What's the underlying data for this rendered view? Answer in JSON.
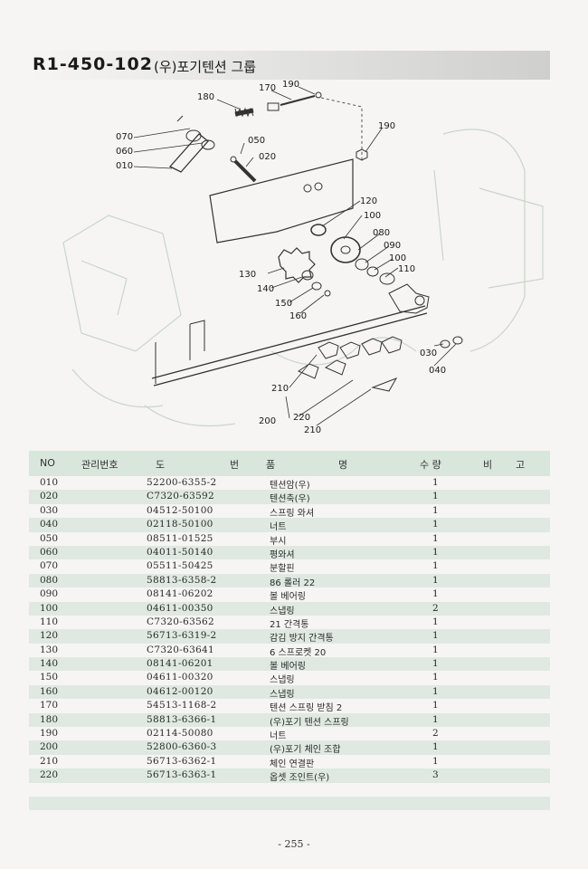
{
  "title": {
    "code": "R1-450-102",
    "name": "(우)포기텐션 그룹"
  },
  "diagram": {
    "callouts": [
      "170",
      "190",
      "180",
      "070",
      "060",
      "010",
      "050",
      "020",
      "190",
      "120",
      "100",
      "080",
      "090",
      "100",
      "110",
      "130",
      "140",
      "150",
      "160",
      "030",
      "040",
      "210",
      "220",
      "200",
      "210"
    ]
  },
  "table": {
    "headers": {
      "no": "NO",
      "mgmt": "관리번호",
      "part_no_1": "도",
      "part_no_2": "번",
      "name_1": "품",
      "name_2": "명",
      "qty": "수  량",
      "remark_1": "비",
      "remark_2": "고"
    },
    "rows": [
      {
        "no": "010",
        "part_no": "52200-6355-2",
        "name": "텐션암(우)",
        "qty": "1"
      },
      {
        "no": "020",
        "part_no": "C7320-63592",
        "name": "텐션축(우)",
        "qty": "1"
      },
      {
        "no": "030",
        "part_no": "04512-50100",
        "name": "스프링 와셔",
        "qty": "1"
      },
      {
        "no": "040",
        "part_no": "02118-50100",
        "name": "너트",
        "qty": "1"
      },
      {
        "no": "050",
        "part_no": "08511-01525",
        "name": "부시",
        "qty": "1"
      },
      {
        "no": "060",
        "part_no": "04011-50140",
        "name": "평와셔",
        "qty": "1"
      },
      {
        "no": "070",
        "part_no": "05511-50425",
        "name": "분할핀",
        "qty": "1"
      },
      {
        "no": "080",
        "part_no": "58813-6358-2",
        "name": "86 롤러 22",
        "qty": "1"
      },
      {
        "no": "090",
        "part_no": "08141-06202",
        "name": "볼 베어링",
        "qty": "1"
      },
      {
        "no": "100",
        "part_no": "04611-00350",
        "name": "스냅링",
        "qty": "2"
      },
      {
        "no": "110",
        "part_no": "C7320-63562",
        "name": "21 간격통",
        "qty": "1"
      },
      {
        "no": "120",
        "part_no": "56713-6319-2",
        "name": "감김 방지 간격통",
        "qty": "1"
      },
      {
        "no": "130",
        "part_no": "C7320-63641",
        "name": "6 스프로켓 20",
        "qty": "1"
      },
      {
        "no": "140",
        "part_no": "08141-06201",
        "name": "볼 베어링",
        "qty": "1"
      },
      {
        "no": "150",
        "part_no": "04611-00320",
        "name": "스냅링",
        "qty": "1"
      },
      {
        "no": "160",
        "part_no": "04612-00120",
        "name": "스냅링",
        "qty": "1"
      },
      {
        "no": "170",
        "part_no": "54513-1168-2",
        "name": "텐션 스프링 받침 2",
        "qty": "1"
      },
      {
        "no": "180",
        "part_no": "58813-6366-1",
        "name": "(우)포기 텐션 스프링",
        "qty": "1"
      },
      {
        "no": "190",
        "part_no": "02114-50080",
        "name": "너트",
        "qty": "2"
      },
      {
        "no": "200",
        "part_no": "52800-6360-3",
        "name": "(우)포기 체인 조합",
        "qty": "1"
      },
      {
        "no": "210",
        "part_no": "56713-6362-1",
        "name": "체인 연결판",
        "qty": "1"
      },
      {
        "no": "220",
        "part_no": "56713-6363-1",
        "name": "옵셋 조인트(우)",
        "qty": "3"
      }
    ]
  },
  "footer": {
    "page": "- 255 -"
  }
}
